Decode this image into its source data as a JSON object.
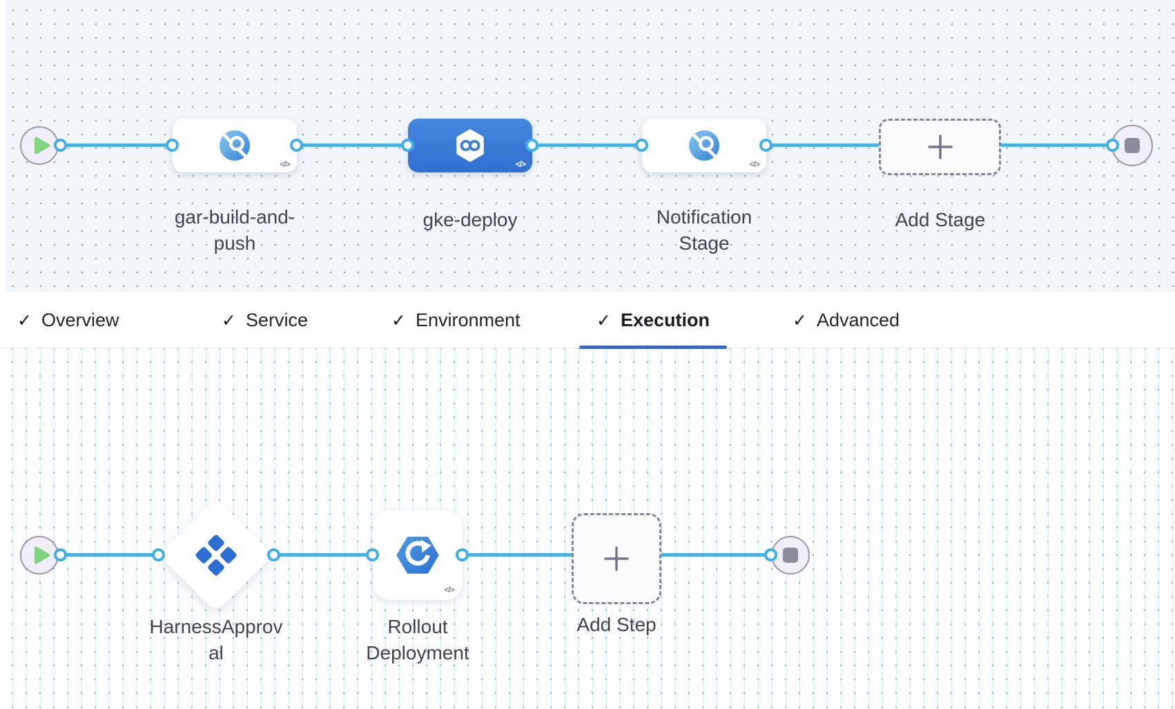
{
  "stage_graph": {
    "stages": [
      {
        "name": "gar-build-and-push",
        "label_lines": [
          "gar-build-and-",
          "push"
        ],
        "icon": "ci-stage-icon",
        "selected": false,
        "has_code_badge": true
      },
      {
        "name": "gke-deploy",
        "label_lines": [
          "gke-deploy"
        ],
        "icon": "cd-stage-icon",
        "selected": true,
        "has_code_badge": true
      },
      {
        "name": "Notification Stage",
        "label_lines": [
          "Notification",
          "Stage"
        ],
        "icon": "ci-stage-icon",
        "selected": false,
        "has_code_badge": true
      }
    ],
    "add_label": "Add Stage"
  },
  "tabs": [
    {
      "label": "Overview",
      "active": false
    },
    {
      "label": "Service",
      "active": false
    },
    {
      "label": "Environment",
      "active": false
    },
    {
      "label": "Execution",
      "active": true
    },
    {
      "label": "Advanced",
      "active": false
    }
  ],
  "execution_graph": {
    "steps": [
      {
        "name": "HarnessApproval",
        "label_lines": [
          "HarnessApprov",
          "al"
        ],
        "icon": "approval-icon"
      },
      {
        "name": "Rollout Deployment",
        "label_lines": [
          "Rollout",
          "Deployment"
        ],
        "icon": "gke-icon",
        "has_code_badge": true
      }
    ],
    "add_label": "Add Step"
  },
  "glyphs": {
    "check": "✓",
    "code_badge": "</>"
  },
  "colors": {
    "connector_blue": "#47B1E8",
    "selected_stage_blue": "#3B7ED8",
    "tab_underline_blue": "#2D6BD2",
    "icon_blue": "#2B6FD3",
    "play_green": "#83D482",
    "canvas_top_bg": "#F1F6FA",
    "node_gray": "#8A8B9B"
  }
}
